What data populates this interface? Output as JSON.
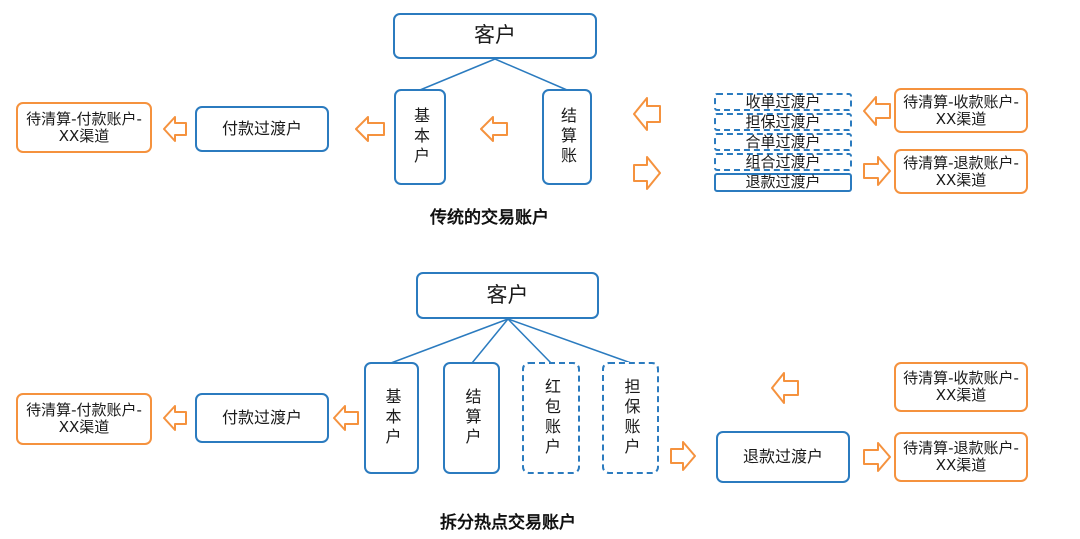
{
  "colors": {
    "blue": "#2b7bbf",
    "orange": "#f5923e"
  },
  "traditional": {
    "caption": "传统的交易账户",
    "customer": "客户",
    "basic_account": "基本户",
    "settlement_account": "结算账",
    "pay_transit": "付款过渡户",
    "pending_pay_channel": "待清算-付款账户-XX渠道",
    "collect_transit": "收单过渡户",
    "guarantee_transit": "担保过渡户",
    "merge_transit": "合单过渡户",
    "combine_transit": "组合过渡户",
    "refund_transit": "退款过渡户",
    "pending_collect_channel": "待清算-收款账户-XX渠道",
    "pending_refund_channel": "待清算-退款账户-XX渠道"
  },
  "split": {
    "caption": "拆分热点交易账户",
    "customer": "客户",
    "basic_account": "基本户",
    "settlement_account": "结算户",
    "red_packet_account": "红包账户",
    "guarantee_account": "担保账户",
    "pay_transit": "付款过渡户",
    "pending_pay_channel": "待清算-付款账户-XX渠道",
    "refund_transit": "退款过渡户",
    "pending_collect_channel": "待清算-收款账户-XX渠道",
    "pending_refund_channel": "待清算-退款账户-XX渠道"
  }
}
